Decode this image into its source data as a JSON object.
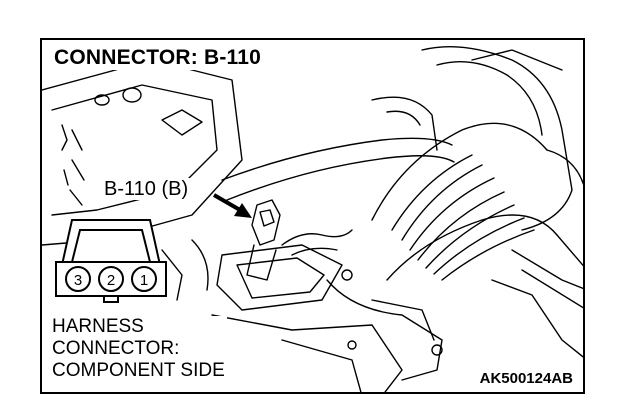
{
  "header": {
    "title": "CONNECTOR: B-110"
  },
  "callout": {
    "label": "B-110 (B)"
  },
  "connector": {
    "pins": [
      "3",
      "2",
      "1"
    ]
  },
  "caption": {
    "line1": "HARNESS",
    "line2": "CONNECTOR:",
    "line3": "COMPONENT SIDE"
  },
  "figure_code": "AK500124AB"
}
